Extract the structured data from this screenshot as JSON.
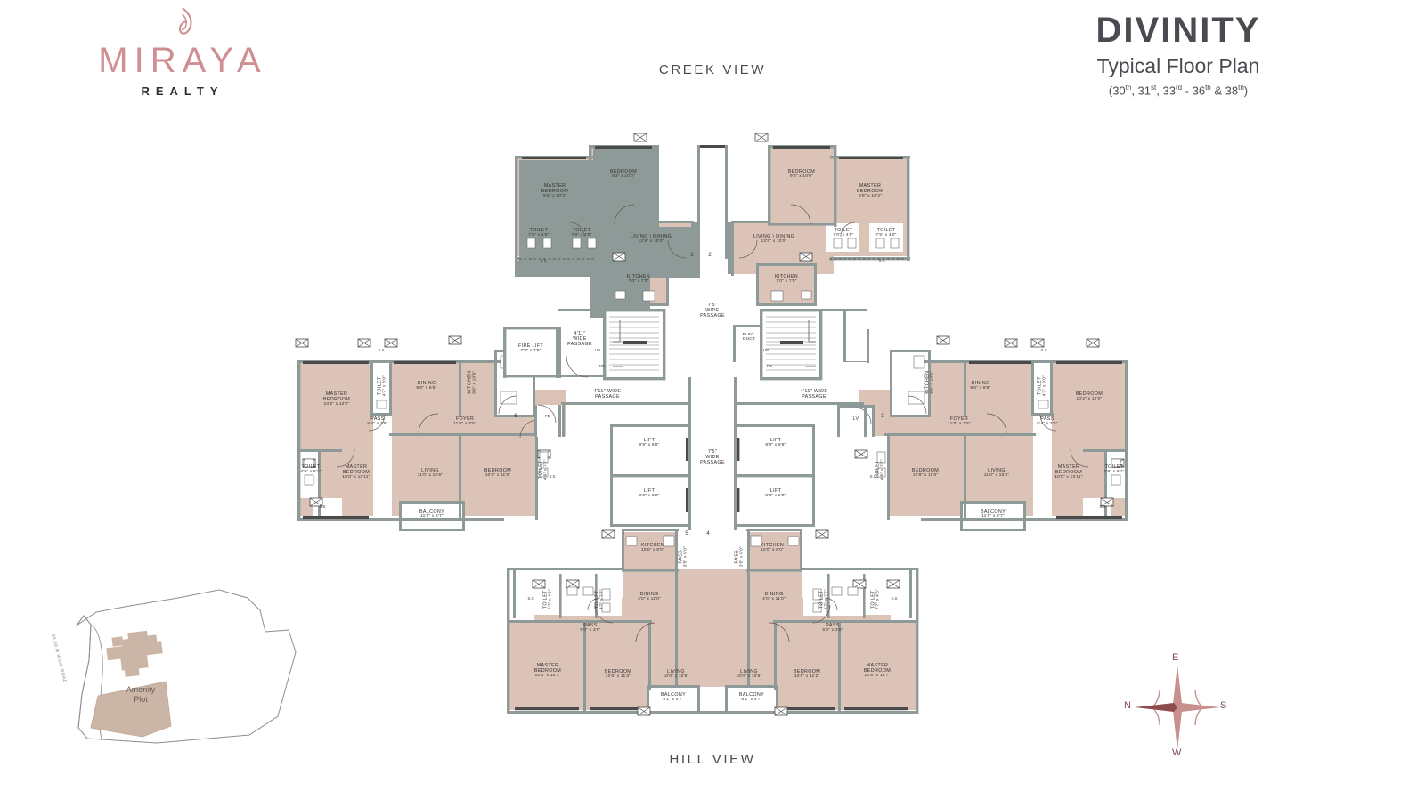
{
  "brand": {
    "name": "MIRAYA",
    "sub": "REALTY",
    "logo_icon": "rose-petal-logo"
  },
  "title": {
    "project": "DIVINITY",
    "plan_type": "Typical Floor Plan",
    "floors_prefix": "(30",
    "floors": "(30th, 31st, 33rd -  36th & 38th)"
  },
  "views": {
    "top": "CREEK VIEW",
    "bottom": "HILL VIEW"
  },
  "compass": {
    "north": "N",
    "south": "S",
    "east": "E",
    "west": "W",
    "icon": "compass-rose-icon"
  },
  "sitemap": {
    "amenity": "Amenity\nPlot",
    "amenity_l1": "Amenity",
    "amenity_l2": "Plot",
    "road": "30.00 M WIDE ROAD",
    "tower_icon": "tower-footprint-icon"
  },
  "core": {
    "fire_lift": {
      "name": "FIRE LIFT",
      "dim": "7'8\" x 7'8\""
    },
    "passage_wide_75": "7'5\"\nWIDE\nPASSAGE",
    "passage_75_l1": "7'5\"",
    "passage_75_l2": "WIDE",
    "passage_75_l3": "PASSAGE",
    "passage_411_left_l1": "4'11\"",
    "passage_411_left_l2": "WIDE",
    "passage_411_left_l3": "PASSAGE",
    "passage_411_lower_l1": "4'11\" WIDE",
    "passage_411_lower_l2": "PASSAGE",
    "elec_duct_l1": "ELEC.",
    "elec_duct_l2": "DUCT",
    "stair_up": "UP",
    "stair_dn": "DN",
    "lv": "LV",
    "fd": "FD",
    "lifts": [
      {
        "name": "LIFT",
        "dim": "9'9\" x 8'8\""
      },
      {
        "name": "LIFT",
        "dim": "9'9\" x 8'8\""
      },
      {
        "name": "LIFT",
        "dim": "9'9\" x 8'8\""
      },
      {
        "name": "LIFT",
        "dim": "9'9\" x 8'8\""
      }
    ]
  },
  "unit_numbers": [
    "1",
    "2",
    "3",
    "4",
    "5",
    "6"
  ],
  "units": {
    "top_left": {
      "number": "1",
      "rooms": [
        {
          "name": "MASTER\nBEDROOM",
          "l1": "MASTER",
          "l2": "BEDROOM",
          "dim": "9'8\" x 10'3\""
        },
        {
          "name": "BEDROOM",
          "l1": "BEDROOM",
          "dim": "9'3\" x 10'0\""
        },
        {
          "name": "TOILET",
          "l1": "TOILET",
          "dim": "7'5\" x 4'0\""
        },
        {
          "name": "TOILET",
          "l1": "TOILET",
          "dim": "7'0\" x 4'0\""
        },
        {
          "name": "LIVING \\ DINING",
          "l1": "LIVING \\ DINING",
          "dim": "12'9\" x 10'0\""
        },
        {
          "name": "KITCHEN",
          "l1": "KITCHEN",
          "dim": "7'0\" x 7'0\""
        }
      ]
    },
    "top_right": {
      "number": "2",
      "rooms": [
        {
          "name": "MASTER\nBEDROOM",
          "l1": "MASTER",
          "l2": "BEDROOM",
          "dim": "9'8\" x 10'3\""
        },
        {
          "name": "BEDROOM",
          "l1": "BEDROOM",
          "dim": "9'3\" x 10'0\""
        },
        {
          "name": "TOILET",
          "l1": "TOILET",
          "dim": "7'0\" x 4'0\""
        },
        {
          "name": "TOILET",
          "l1": "TOILET",
          "dim": "7'5\" x 4'0\""
        },
        {
          "name": "LIVING \\ DINING",
          "l1": "LIVING \\ DINING",
          "dim": "13'9\" x 10'0\""
        },
        {
          "name": "KITCHEN",
          "l1": "KITCHEN",
          "dim": "7'0\" x 7'0\""
        }
      ]
    },
    "left": {
      "number": "6",
      "rooms": [
        {
          "name": "MASTER\nBEDROOM",
          "l1": "MASTER",
          "l2": "BEDROOM",
          "dim": "10'2\" x 12'0\""
        },
        {
          "name": "TOILET",
          "l1": "TOILET",
          "dim": "4'7\" x 8'0\""
        },
        {
          "name": "DINING",
          "l1": "DINING",
          "dim": "9'0\" x 8'6\""
        },
        {
          "name": "KITCHEN",
          "l1": "KITCHEN",
          "dim": "8'6\" x 10'6\""
        },
        {
          "name": "FOYER",
          "l1": "FOYER",
          "dim": "11'0\" x 3'5\""
        },
        {
          "name": "PASS",
          "l1": "PASS",
          "dim": "5'4\" x 3'5\""
        },
        {
          "name": "TOILET",
          "l1": "TOILET",
          "dim": "4'9\" x 8'1\""
        },
        {
          "name": "MASTER\nBEDROOM",
          "l1": "MASTER",
          "l2": "BEDROOM",
          "dim": "10'0\" x 13'11\""
        },
        {
          "name": "LIVING",
          "l1": "LIVING",
          "dim": "11'0\" x 15'5\""
        },
        {
          "name": "BEDROOM",
          "l1": "BEDROOM",
          "dim": "10'8\" x 11'0\""
        },
        {
          "name": "TOILET",
          "l1": "TOILET",
          "dim": "4'6\" x 7'7\""
        },
        {
          "name": "BALCONY",
          "l1": "BALCONY",
          "dim": "11'0\" x 4'7\""
        }
      ]
    },
    "right": {
      "number": "3",
      "rooms": [
        {
          "name": "KITCHEN",
          "l1": "KITCHEN",
          "dim": "8'6\" x 10'6\""
        },
        {
          "name": "DINING",
          "l1": "DINING",
          "dim": "9'0\" x 8'6\""
        },
        {
          "name": "TOILET",
          "l1": "TOILET",
          "dim": "4'7\" x 8'0\""
        },
        {
          "name": "BEDROOM",
          "l1": "BEDROOM",
          "dim": "10'2\" x 12'0\""
        },
        {
          "name": "FOYER",
          "l1": "FOYER",
          "dim": "11'0\" x 3'5\""
        },
        {
          "name": "PASS",
          "l1": "PASS",
          "dim": "5'4\" x 3'5\""
        },
        {
          "name": "BEDROOM",
          "l1": "BEDROOM",
          "dim": "10'8\" x 11'0\""
        },
        {
          "name": "TOILET",
          "l1": "TOILET",
          "dim": "4'6\" x 7'7\""
        },
        {
          "name": "LIVING",
          "l1": "LIVING",
          "dim": "11'0\" x 15'5\""
        },
        {
          "name": "MASTER\nBEDROOM",
          "l1": "MASTER",
          "l2": "BEDROOM",
          "dim": "10'0\" x 13'11\""
        },
        {
          "name": "TOILET",
          "l1": "TOILET",
          "dim": "4'9\" x 8'1\""
        },
        {
          "name": "BALCONY",
          "l1": "BALCONY",
          "dim": "11'0\" x 4'7\""
        }
      ]
    },
    "bottom_left": {
      "number": "5",
      "rooms": [
        {
          "name": "KITCHEN",
          "l1": "KITCHEN",
          "dim": "10'0\" x 8'0\""
        },
        {
          "name": "DINING",
          "l1": "DINING",
          "dim": "4'0\" x 11'0\""
        },
        {
          "name": "TOILET",
          "l1": "TOILET",
          "dim": "7'7\" x 4'6\""
        },
        {
          "name": "TOILET",
          "l1": "TOILET",
          "dim": "4'7\" x 7'7\""
        },
        {
          "name": "PASS",
          "l1": "PASS",
          "dim": "5'0\" x 3'0\""
        },
        {
          "name": "PASS",
          "l1": "PASS",
          "dim": "3'5\" x 5'0\""
        },
        {
          "name": "MASTER\nBEDROOM",
          "l1": "MASTER",
          "l2": "BEDROOM",
          "dim": "10'6\" x 14'7\""
        },
        {
          "name": "BEDROOM",
          "l1": "BEDROOM",
          "dim": "10'0\" x 11'2\""
        },
        {
          "name": "LIVING",
          "l1": "LIVING",
          "dim": "10'0\" x 10'6\""
        },
        {
          "name": "BALCONY",
          "l1": "BALCONY",
          "dim": "9'1\" x 4'7\""
        }
      ]
    },
    "bottom_right": {
      "number": "4",
      "rooms": [
        {
          "name": "KITCHEN",
          "l1": "KITCHEN",
          "dim": "10'0\" x 8'0\""
        },
        {
          "name": "DINING",
          "l1": "DINING",
          "dim": "4'0\" x 11'0\""
        },
        {
          "name": "TOILET",
          "l1": "TOILET",
          "dim": "4'7\" x 7'7\""
        },
        {
          "name": "TOILET",
          "l1": "TOILET",
          "dim": "7'7\" x 4'6\""
        },
        {
          "name": "PASS",
          "l1": "PASS",
          "dim": "5'0\" x 3'0\""
        },
        {
          "name": "PASS",
          "l1": "PASS",
          "dim": "3'5\" x 5'0\""
        },
        {
          "name": "MASTER\nBEDROOM",
          "l1": "MASTER",
          "l2": "BEDROOM",
          "dim": "10'6\" x 14'7\""
        },
        {
          "name": "BEDROOM",
          "l1": "BEDROOM",
          "dim": "10'0\" x 11'2\""
        },
        {
          "name": "LIVING",
          "l1": "LIVING",
          "dim": "10'0\" x 10'6\""
        },
        {
          "name": "BALCONY",
          "l1": "BALCONY",
          "dim": "9'1\" x 4'7\""
        }
      ]
    }
  },
  "markers": {
    "ss": "S.S"
  },
  "colors": {
    "brand_pink": "#cf8f92",
    "room_fill": "#dcc3b8",
    "wall": "#6f7a78",
    "wall_dark": "#3a3a3a",
    "title_gray": "#4a4a50",
    "amenity_fill": "#cbb5a6"
  }
}
